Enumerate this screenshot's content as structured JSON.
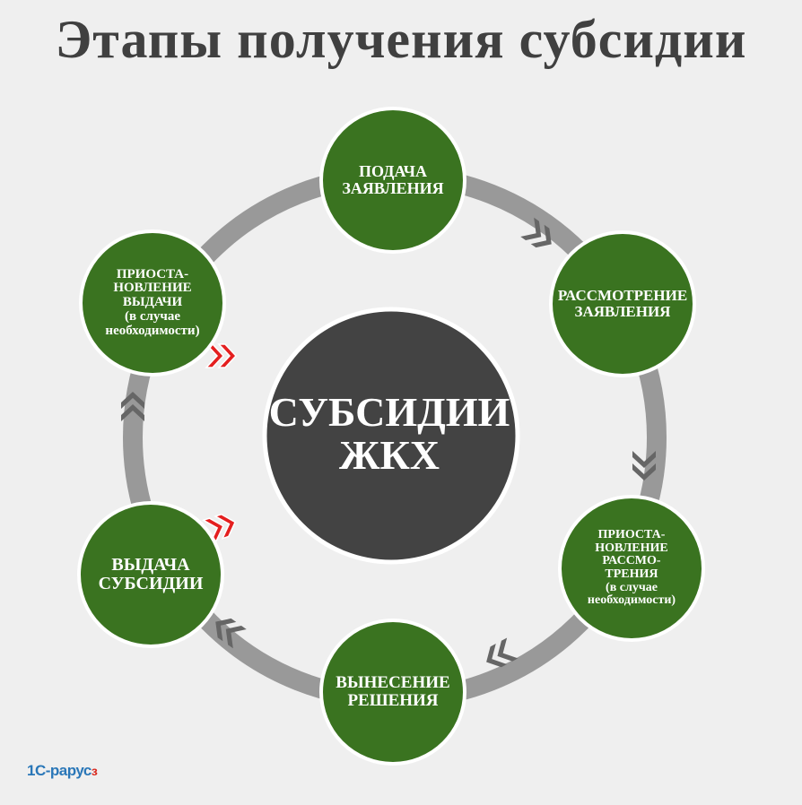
{
  "title": "Этапы получения субсидии",
  "center": {
    "label": "СУБСИДИИ\nЖКХ",
    "fill": "#434343"
  },
  "colors": {
    "node_fill": "#3a7320",
    "node_border": "#ffffff",
    "ring": "#999999",
    "arrow_gray": "#666666",
    "arrow_red": "#e41f1f"
  },
  "stages": [
    {
      "label": "ПОДАЧА\nЗАЯВЛЕНИЯ"
    },
    {
      "label": "РАССМОТРЕНИЕ\nЗАЯВЛЕНИЯ"
    },
    {
      "label": "ПРИОСТА-\nНОВЛЕНИЕ\nРАССМО-\nТРЕНИЯ\n(в случае\nнеобходимости)"
    },
    {
      "label": "ВЫНЕСЕНИЕ\nРЕШЕНИЯ"
    },
    {
      "label": "ВЫДАЧА\nСУБСИДИИ"
    },
    {
      "label": "ПРИОСТА-\nНОВЛЕНИЕ\nВЫДАЧИ\n(в случае\nнеобходимости)"
    }
  ],
  "logo": {
    "text": "1С-рарус",
    "accent": "з"
  }
}
